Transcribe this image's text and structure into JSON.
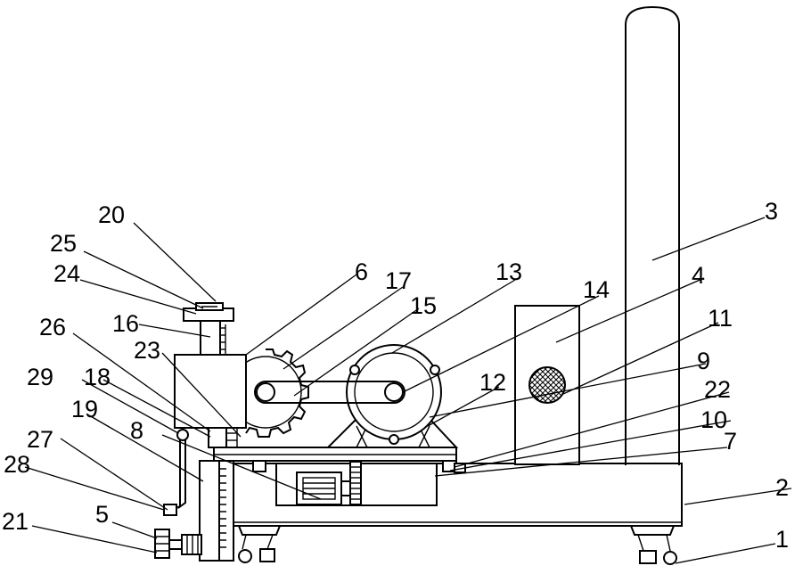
{
  "figure": {
    "callouts": {
      "c1": "1",
      "c2": "2",
      "c3": "3",
      "c4": "4",
      "c5": "5",
      "c6": "6",
      "c7": "7",
      "c8": "8",
      "c9": "9",
      "c10": "10",
      "c11": "11",
      "c12": "12",
      "c13": "13",
      "c14": "14",
      "c15": "15",
      "c16": "16",
      "c17": "17",
      "c18": "18",
      "c19": "19",
      "c20": "20",
      "c21": "21",
      "c22": "22",
      "c23": "23",
      "c24": "24",
      "c25": "25",
      "c26": "26",
      "c27": "27",
      "c28": "28",
      "c29": "29"
    }
  }
}
